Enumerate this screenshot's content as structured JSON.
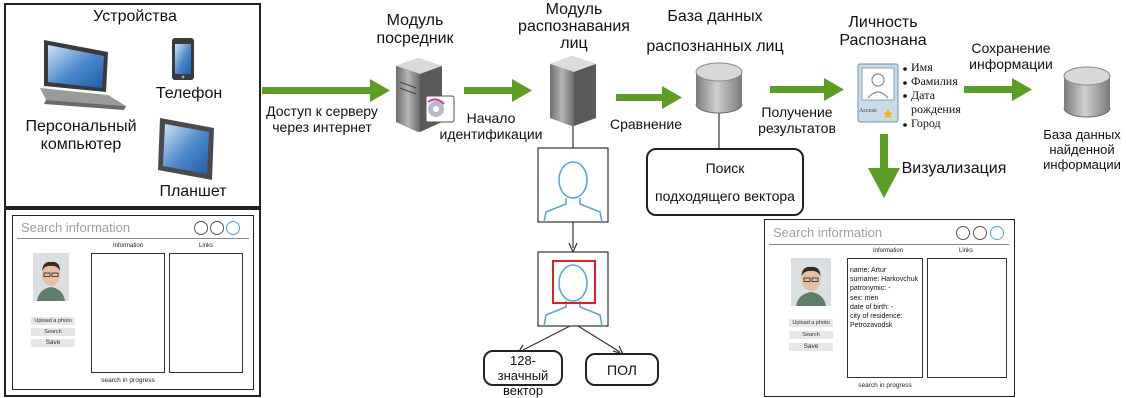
{
  "devices": {
    "title": "Устройства",
    "phone": "Телефон",
    "pc": "Персональный\nкомпьютер",
    "tablet": "Планшет"
  },
  "edges": {
    "server_access": "Доступ к серверу\nчерез интернет",
    "start_identification": "Начало\nидентификации",
    "comparison": "Сравнение",
    "get_results": "Получение\nрезультатов",
    "save_info": "Сохранение\nинформации",
    "visualization": "Визуализация"
  },
  "nodes": {
    "middleware": "Модуль\nпосредник",
    "face_recognition": "Модуль\nраспознавания\nлиц",
    "recognized_db_line1": "База данных",
    "recognized_db_line2": "распознанных лиц",
    "identity": "Личность\nРаспознана",
    "found_db": "База данных\nнайденной\nинформации",
    "search_line1": "Поиск",
    "search_line2": "подходящего вектора",
    "vector": "128-значный\nвектор",
    "gender": "ПОЛ"
  },
  "identity_card": {
    "bullets": [
      "Имя",
      "Фамилия",
      "Дата\nрождения",
      "Город"
    ],
    "access_label": "Access:"
  },
  "mockup_left": {
    "search_placeholder": "Search information",
    "information_header": "Information",
    "links_header": "Links",
    "upload_button": "Upload a photo",
    "search_button": "Search",
    "save_button": "Save",
    "status": "search in progress"
  },
  "mockup_right": {
    "search_placeholder": "Search information",
    "information_header": "Information",
    "links_header": "Links",
    "upload_button": "Upload a photo",
    "search_button": "Search",
    "save_button": "Save",
    "status": "search in progress",
    "info_text": "name: Artur\nsurname: Harkovchuk\npatronymic: -\nsex: men\ndate of birth: -\ncity of residence:\nPetrozavodsk"
  },
  "colors": {
    "arrow_green": "#5a9e23",
    "server_gray": "#8a8a8a",
    "device_blue": "#1f5fa8",
    "face_blue": "#5aa6dc",
    "face_box_red": "#e02020"
  },
  "icons": [
    "laptop-icon",
    "phone-icon",
    "tablet-icon",
    "server-icon",
    "database-icon",
    "id-card-icon",
    "face-icon",
    "star-icon"
  ]
}
